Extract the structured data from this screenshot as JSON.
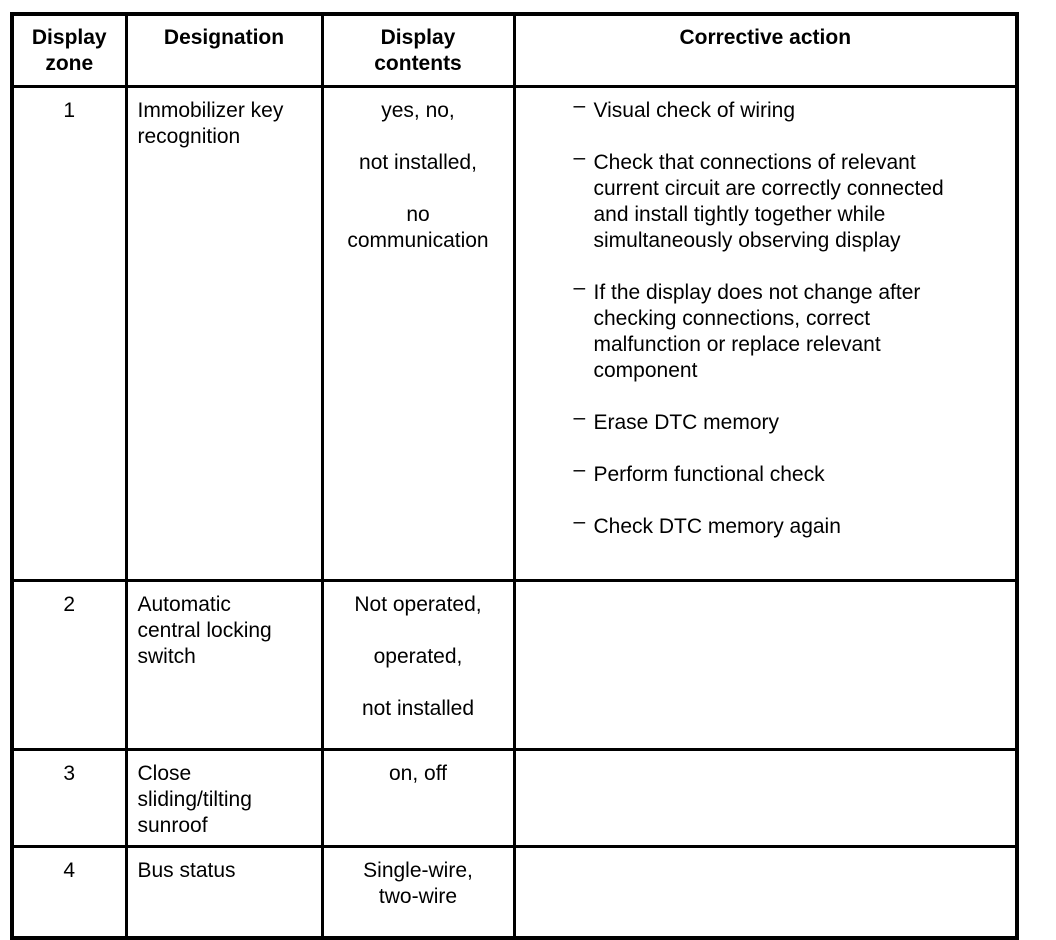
{
  "table": {
    "bullet": "–",
    "headers": [
      "Display\nzone",
      "Designation",
      "Display\ncontents",
      "Corrective action"
    ],
    "rows": [
      {
        "zone": "1",
        "designation": "Immobilizer key\nrecognition",
        "display_contents": [
          "yes, no,",
          "not installed,",
          "no\ncommunication"
        ],
        "corrective_actions": [
          "Visual check of wiring",
          "Check that connections of relevant current circuit are correctly connected and install tightly together while simultaneously observing display",
          "If the display does not change after checking connections, correct malfunction or replace relevant component",
          "Erase DTC memory",
          "Perform functional check",
          "Check DTC memory again"
        ]
      },
      {
        "zone": "2",
        "designation": "Automatic\ncentral locking\nswitch",
        "display_contents": [
          "Not operated,",
          "operated,",
          "not installed"
        ],
        "corrective_actions": []
      },
      {
        "zone": "3",
        "designation": "Close\nsliding/tilting\nsunroof",
        "display_contents": [
          "on, off"
        ],
        "corrective_actions": []
      },
      {
        "zone": "4",
        "designation": "Bus status",
        "display_contents": [
          "Single-wire,\ntwo-wire"
        ],
        "corrective_actions": []
      }
    ]
  }
}
